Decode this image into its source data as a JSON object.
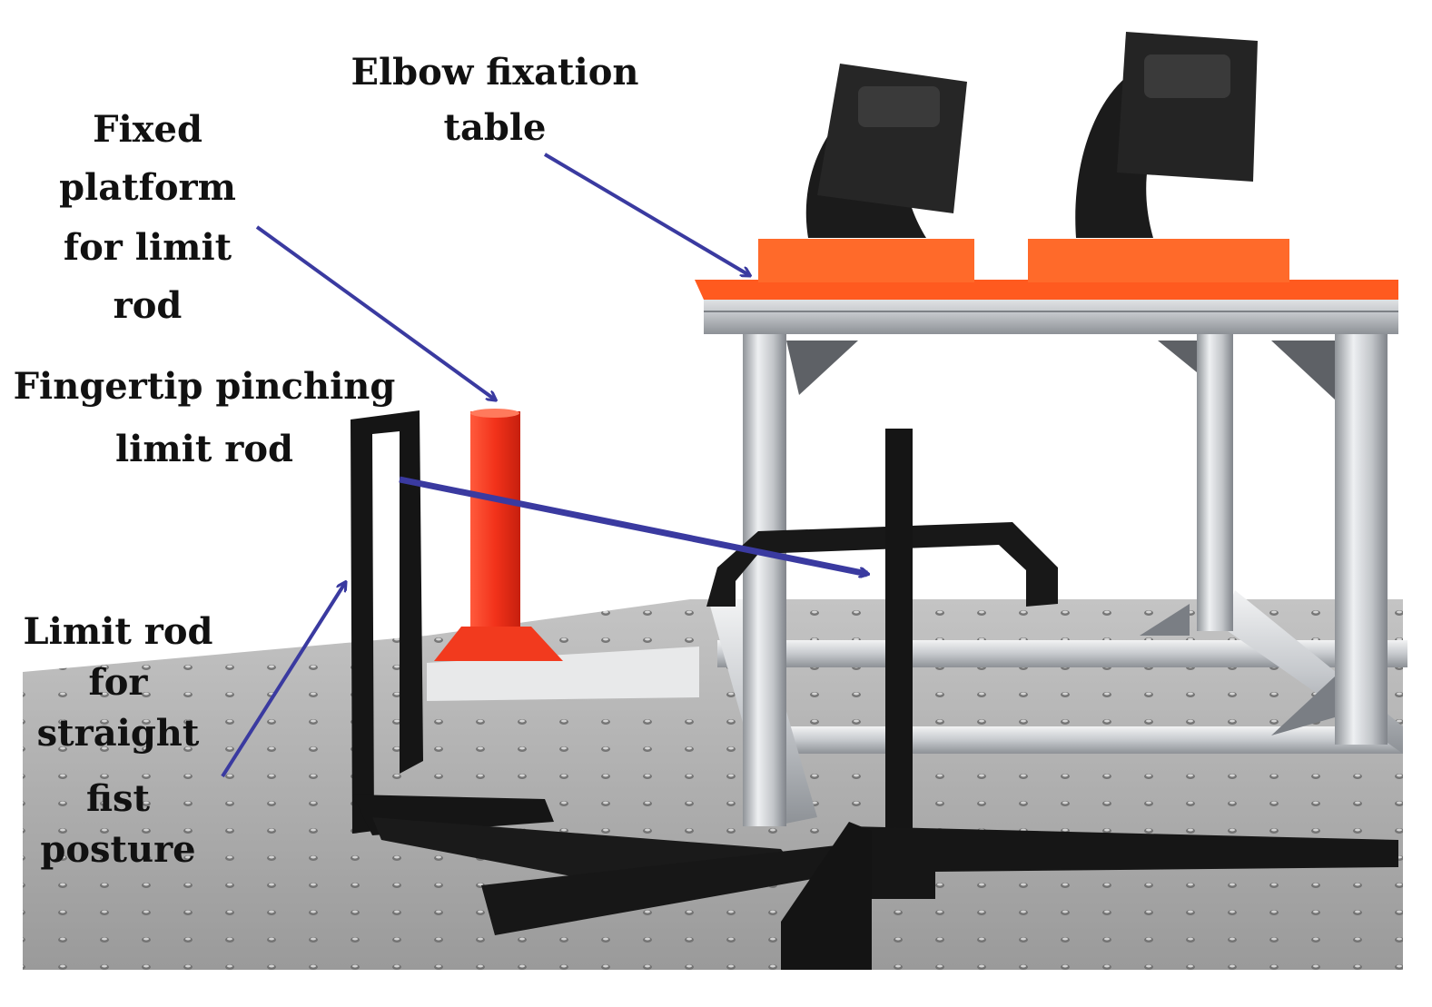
{
  "labels": {
    "elbow_table": {
      "lines": [
        "Elbow fixation",
        "table"
      ]
    },
    "fixed_platform": {
      "lines": [
        "Fixed",
        "platform",
        "for limit",
        "rod"
      ]
    },
    "pinching_rod": {
      "lines": [
        "Fingertip pinching",
        "limit rod"
      ]
    },
    "fist_rod": {
      "lines": [
        "Limit rod",
        "for",
        "straight",
        "fist",
        "posture"
      ]
    }
  },
  "colors": {
    "arrow": "#3a3aa0",
    "label_text": "#111111",
    "orange_table": "#ff5a1f",
    "red_rod": "#f23a1e",
    "black_parts": "#151515",
    "aluminum": "#c9ccd0",
    "breadboard": "#a9a9a9",
    "hole": "#6e6e6e"
  },
  "icons": [
    "arrow-icon"
  ]
}
